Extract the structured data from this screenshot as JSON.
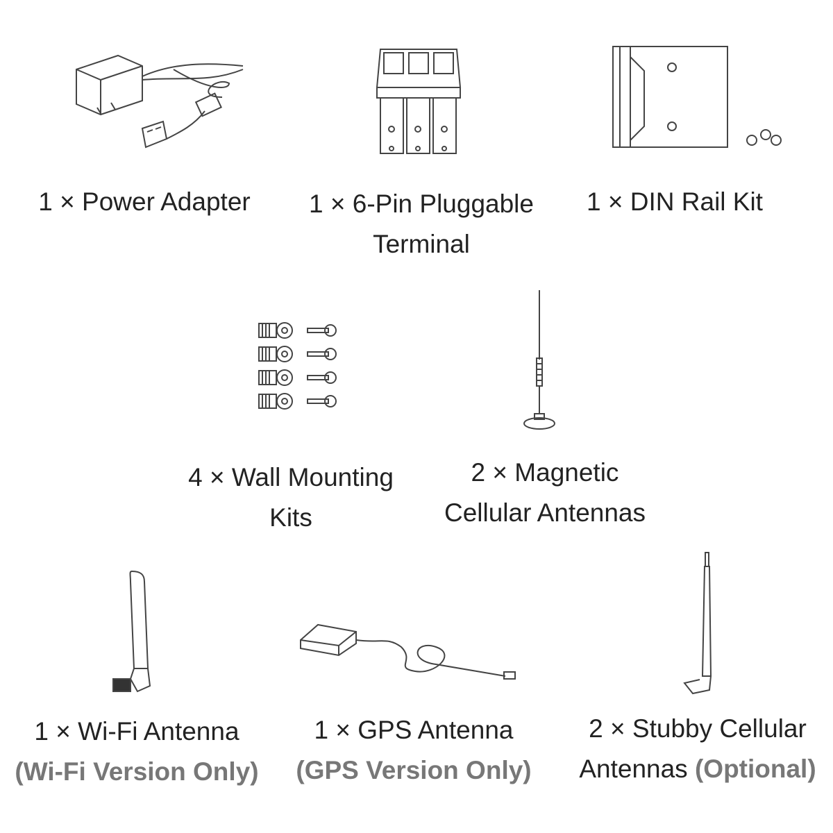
{
  "items": [
    {
      "label_line1": "1 × Power Adapter",
      "icon": "power-adapter"
    },
    {
      "label_line1": "1 × 6-Pin Pluggable",
      "label_line2": "Terminal",
      "icon": "pluggable-terminal"
    },
    {
      "label_line1": "1 × DIN Rail Kit",
      "icon": "din-rail-kit"
    },
    {
      "label_line1": "4 × Wall Mounting",
      "label_line2": "Kits",
      "icon": "wall-mounting-kit"
    },
    {
      "label_line1": "2 × Magnetic",
      "label_line2": "Cellular Antennas",
      "icon": "magnetic-antenna"
    },
    {
      "label_line1": "1 × Wi-Fi Antenna",
      "note": "(Wi-Fi Version Only)",
      "icon": "wifi-antenna"
    },
    {
      "label_line1": "1 × GPS Antenna",
      "note": "(GPS Version Only)",
      "icon": "gps-antenna"
    },
    {
      "label_line1": "2 × Stubby Cellular",
      "label_line2": "Antennas",
      "note": "(Optional)",
      "icon": "stubby-antenna"
    }
  ],
  "colors": {
    "text": "#222222",
    "note": "#777777",
    "line": "#444444"
  }
}
